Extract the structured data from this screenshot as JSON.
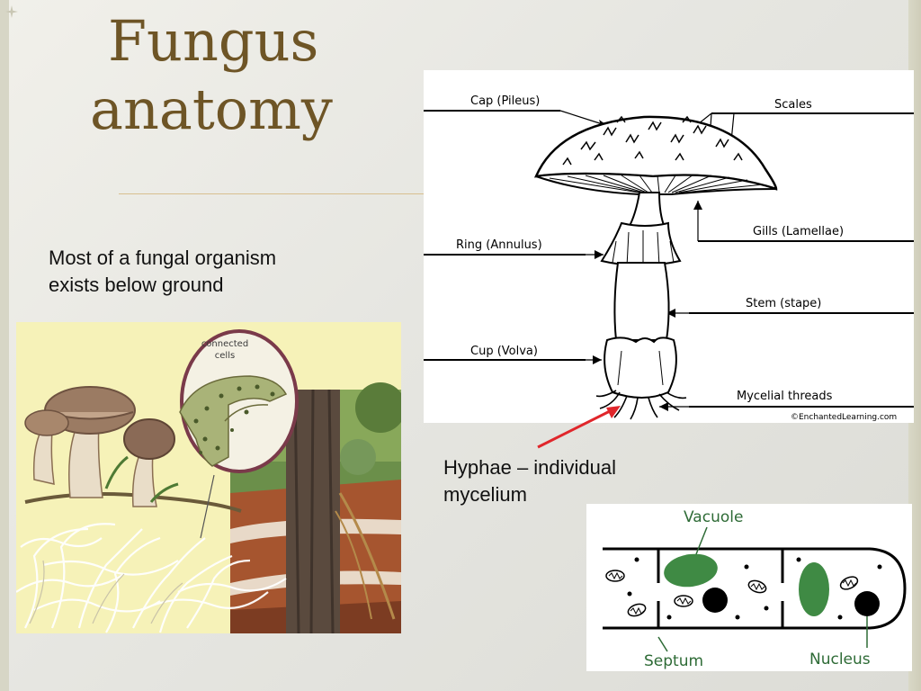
{
  "slide": {
    "title_line1": "Fungus",
    "title_line2": "anatomy",
    "subtitle_line1": "Most of a fungal organism",
    "subtitle_line2": "exists below ground",
    "caption_line1": "Hyphae – individual",
    "caption_line2": "mycelium"
  },
  "mushroom_diagram": {
    "labels": {
      "cap": "Cap (Pileus)",
      "scales": "Scales",
      "gills": "Gills (Lamellae)",
      "ring": "Ring (Annulus)",
      "stem": "Stem (stape)",
      "cup": "Cup (Volva)",
      "mycelial": "Mycelial threads"
    },
    "credit": "©EnchantedLearning.com"
  },
  "illustration": {
    "bubble_label_line1": "connected",
    "bubble_label_line2": "cells"
  },
  "hypha_diagram": {
    "vacuole": "Vacuole",
    "septum": "Septum",
    "nucleus": "Nucleus"
  },
  "colors": {
    "title": "#6e5526",
    "accent_rule": "#d8bf8f",
    "label_green": "#2e6b36",
    "vacuole_green": "#3f8a44",
    "arrow_red": "#e0262b"
  }
}
